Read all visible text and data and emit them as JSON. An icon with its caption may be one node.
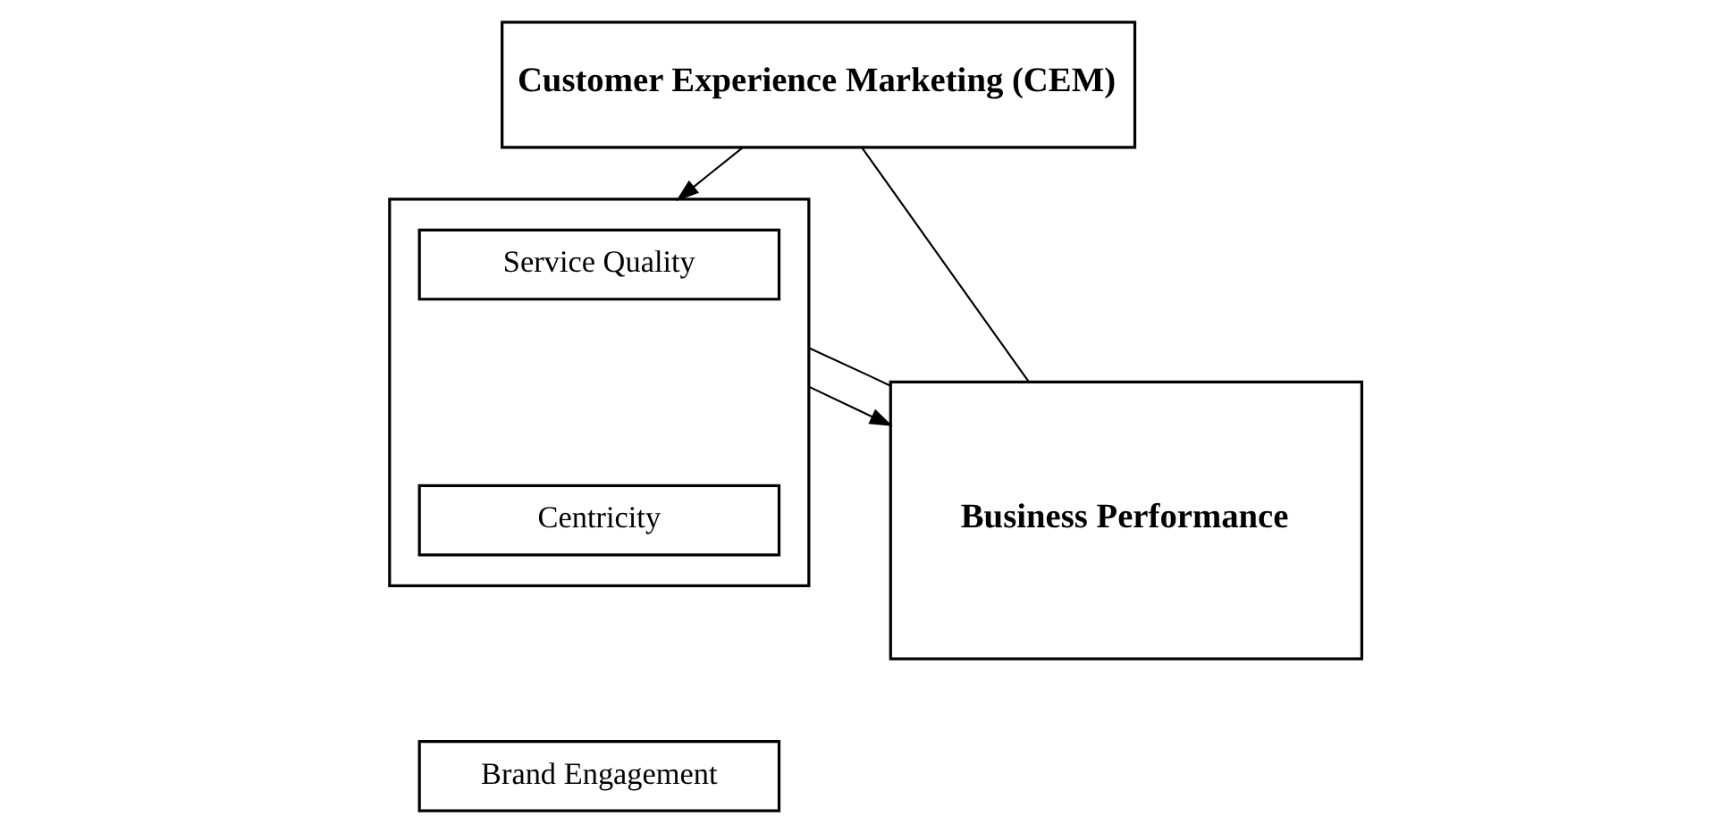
{
  "diagram": {
    "nodes": [
      {
        "text": [
          "Customer Experience Marketing (CEM)"
        ]
      },
      {
        "text": [],
        "shape": "box"
      },
      {
        "text": [
          "Service Quality"
        ],
        "in": 1
      },
      {
        "text": [
          "Centricity"
        ],
        "in": 1
      },
      {
        "text": [
          "Brand Engagement"
        ]
      },
      {
        "text": [
          "Business Performance"
        ]
      }
    ],
    "edges": [
      {
        "from": 0,
        "to": 1,
        "arrow": "to"
      },
      {
        "from": 1,
        "to": 5,
        "arrow": "to"
      },
      {
        "from": 0,
        "to": 5,
        "arrow": "none"
      },
      {
        "from": 5,
        "to": 1,
        "arrow": "none"
      }
    ]
  }
}
